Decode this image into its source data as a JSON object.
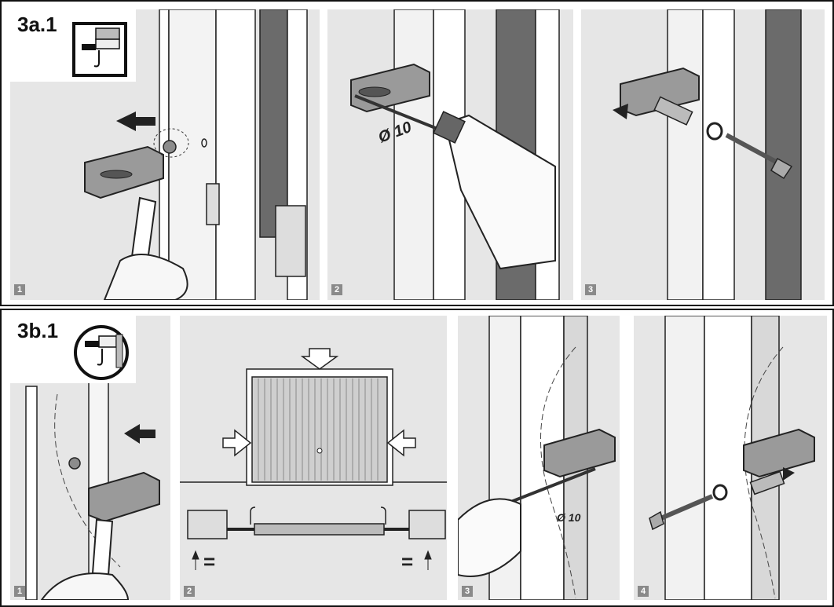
{
  "section_a": {
    "title": "3a.1",
    "steps": [
      "1",
      "2",
      "3"
    ],
    "drill_label": "Ø 10"
  },
  "section_b": {
    "title": "3b.1",
    "steps": [
      "1",
      "2",
      "3",
      "4"
    ],
    "drill_label": "Ø 10",
    "equal_sign": "="
  }
}
